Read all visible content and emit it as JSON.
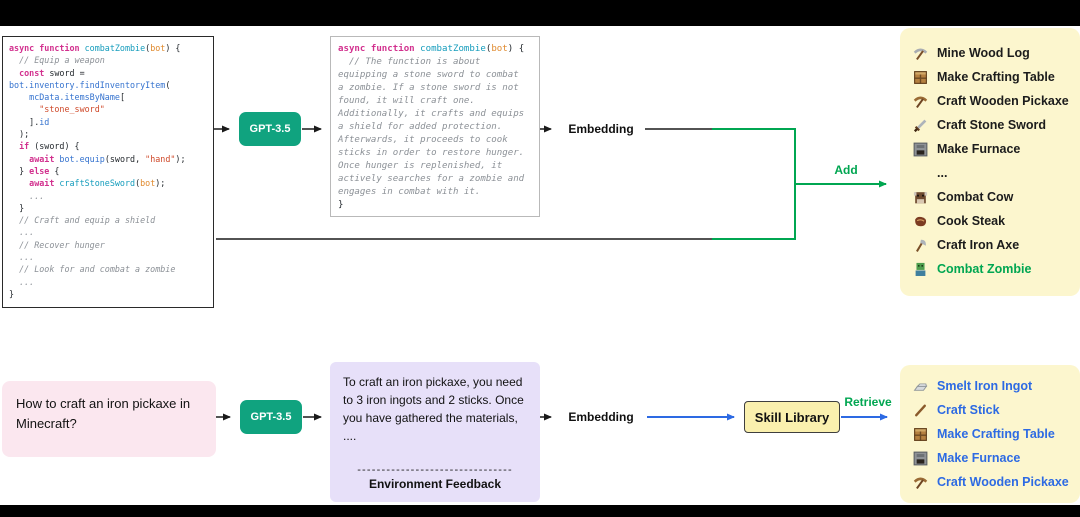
{
  "colors": {
    "background": "#000000",
    "stage": "#ffffff",
    "gpt_green": "#10a37f",
    "accent_green": "#00a651",
    "accent_blue": "#2d6ae3",
    "panel_yellow": "#fcf6ce",
    "skill_library_yellow": "#faf0ae",
    "prompt_pink": "#fbe7ef",
    "feedback_purple": "#e7e0f9"
  },
  "top_flow": {
    "gpt_label": "GPT-3.5",
    "embedding_label": "Embedding",
    "add_label": "Add",
    "code_panel": {
      "lines": [
        [
          [
            "kw",
            "async function "
          ],
          [
            "fn",
            "combatZombie"
          ],
          [
            "pl",
            "("
          ],
          [
            "arg",
            "bot"
          ],
          [
            "pl",
            ") {"
          ]
        ],
        [
          [
            "cm",
            "  // Equip a weapon"
          ]
        ],
        [
          [
            "kw",
            "  const "
          ],
          [
            "pl",
            "sword ="
          ]
        ],
        [
          [
            "prop",
            "bot.inventory.findInventoryItem"
          ],
          [
            "pl",
            "("
          ]
        ],
        [
          [
            "prop",
            "    mcData.itemsByName"
          ],
          [
            "pl",
            "["
          ]
        ],
        [
          [
            "str",
            "      \"stone_sword\""
          ]
        ],
        [
          [
            "pl",
            "    ]."
          ],
          [
            "prop",
            "id"
          ]
        ],
        [
          [
            "pl",
            "  );"
          ]
        ],
        [
          [
            "kw",
            "  if "
          ],
          [
            "pl",
            "(sword) {"
          ]
        ],
        [
          [
            "kw",
            "    await "
          ],
          [
            "prop",
            "bot.equip"
          ],
          [
            "pl",
            "(sword, "
          ],
          [
            "str",
            "\"hand\""
          ],
          [
            "pl",
            ");"
          ]
        ],
        [
          [
            "pl",
            "  } "
          ],
          [
            "kw",
            "else"
          ],
          [
            "pl",
            " {"
          ]
        ],
        [
          [
            "kw",
            "    await "
          ],
          [
            "fn",
            "craftStoneSword"
          ],
          [
            "pl",
            "("
          ],
          [
            "arg",
            "bot"
          ],
          [
            "pl",
            ");"
          ]
        ],
        [
          [
            "cm",
            "    ..."
          ]
        ],
        [
          [
            "pl",
            "  }"
          ]
        ],
        [
          [
            "cm",
            "  // Craft and equip a shield"
          ]
        ],
        [
          [
            "cm",
            "  ..."
          ]
        ],
        [
          [
            "cm",
            "  // Recover hunger"
          ]
        ],
        [
          [
            "cm",
            "  ..."
          ]
        ],
        [
          [
            "cm",
            "  // Look for and combat a zombie"
          ]
        ],
        [
          [
            "cm",
            "  ..."
          ]
        ],
        [
          [
            "pl",
            "}"
          ]
        ]
      ]
    },
    "description_panel": {
      "lines": [
        [
          [
            "kw",
            "async function "
          ],
          [
            "fn",
            "combatZombie"
          ],
          [
            "pl",
            "("
          ],
          [
            "arg",
            "bot"
          ],
          [
            "pl",
            ") {"
          ]
        ],
        [
          [
            "cm",
            "  // The function is about"
          ]
        ],
        [
          [
            "cm",
            "equipping a stone sword to combat"
          ]
        ],
        [
          [
            "cm",
            "a zombie. If a stone sword is not"
          ]
        ],
        [
          [
            "cm",
            "found, it will craft one."
          ]
        ],
        [
          [
            "cm",
            "Additionally, it crafts and equips"
          ]
        ],
        [
          [
            "cm",
            "a shield for added protection."
          ]
        ],
        [
          [
            "cm",
            "Afterwards, it proceeds to cook"
          ]
        ],
        [
          [
            "cm",
            "sticks in order to restore hunger."
          ]
        ],
        [
          [
            "cm",
            "Once hunger is replenished, it"
          ]
        ],
        [
          [
            "cm",
            "actively searches for a zombie and"
          ]
        ],
        [
          [
            "cm",
            "engages in combat with it."
          ]
        ],
        [
          [
            "pl",
            "}"
          ]
        ]
      ]
    }
  },
  "bottom_flow": {
    "gpt_label": "GPT-3.5",
    "embedding_label": "Embedding",
    "retrieve_label": "Retrieve",
    "skill_library_label": "Skill Library",
    "prompt": "How to craft an iron pickaxe in Minecraft?",
    "feedback": {
      "text": "To craft an iron pickaxe, you need to 3 iron ingots and 2 sticks. Once you have gathered the materials, ....",
      "divider": "--------------------------------",
      "caption": "Environment Feedback"
    }
  },
  "skill_panel_top": {
    "items": [
      {
        "icon": "iron-pickaxe",
        "label": "Mine Wood Log",
        "color": "#1c1c1c"
      },
      {
        "icon": "crafting-table",
        "label": "Make Crafting Table",
        "color": "#1c1c1c"
      },
      {
        "icon": "wooden-pickaxe",
        "label": "Craft Wooden Pickaxe",
        "color": "#1c1c1c"
      },
      {
        "icon": "stone-sword",
        "label": "Craft Stone Sword",
        "color": "#1c1c1c"
      },
      {
        "icon": "furnace",
        "label": "Make Furnace",
        "color": "#1c1c1c"
      },
      {
        "icon": "none",
        "label": "...",
        "color": "#1c1c1c"
      },
      {
        "icon": "cow",
        "label": "Combat Cow",
        "color": "#1c1c1c"
      },
      {
        "icon": "steak",
        "label": "Cook Steak",
        "color": "#1c1c1c"
      },
      {
        "icon": "iron-axe",
        "label": "Craft Iron Axe",
        "color": "#1c1c1c"
      },
      {
        "icon": "zombie",
        "label": "Combat Zombie",
        "color": "#00a651"
      }
    ]
  },
  "skill_panel_bottom": {
    "items": [
      {
        "icon": "iron-ingot",
        "label": "Smelt Iron Ingot",
        "color": "#2d6ae3"
      },
      {
        "icon": "stick",
        "label": "Craft Stick",
        "color": "#2d6ae3"
      },
      {
        "icon": "crafting-table",
        "label": "Make Crafting Table",
        "color": "#2d6ae3"
      },
      {
        "icon": "furnace",
        "label": "Make Furnace",
        "color": "#2d6ae3"
      },
      {
        "icon": "wooden-pickaxe",
        "label": "Craft Wooden Pickaxe",
        "color": "#2d6ae3"
      }
    ]
  }
}
